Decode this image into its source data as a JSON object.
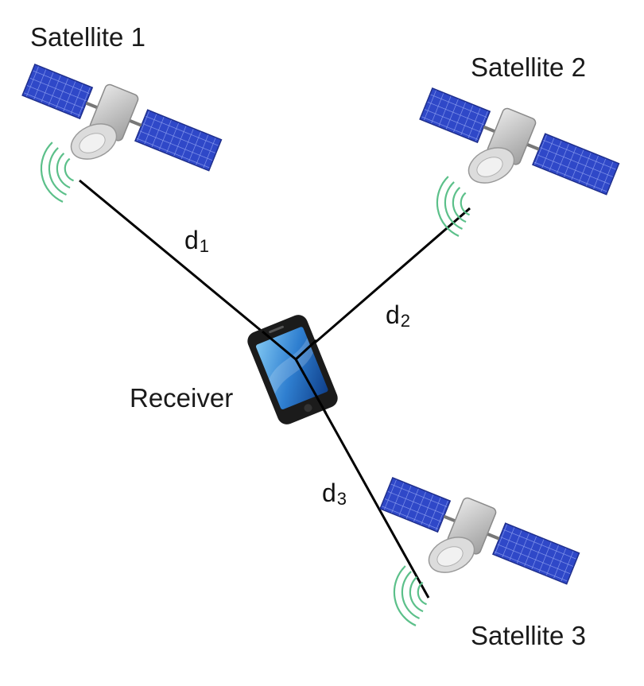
{
  "satellites": [
    {
      "label": "Satellite 1"
    },
    {
      "label": "Satellite 2"
    },
    {
      "label": "Satellite 3"
    }
  ],
  "receiver": {
    "label": "Receiver"
  },
  "distances": [
    {
      "letter": "d",
      "index": "1"
    },
    {
      "letter": "d",
      "index": "2"
    },
    {
      "letter": "d",
      "index": "3"
    }
  ],
  "colors": {
    "line": "#000000",
    "panel": "#2f48c8",
    "panel_grid": "#8ea0f0",
    "satellite_body": "#c9c9c9",
    "signal_wave": "#5cc08a",
    "phone_body": "#1b1b1b",
    "phone_screen": "#3d8fd6"
  }
}
